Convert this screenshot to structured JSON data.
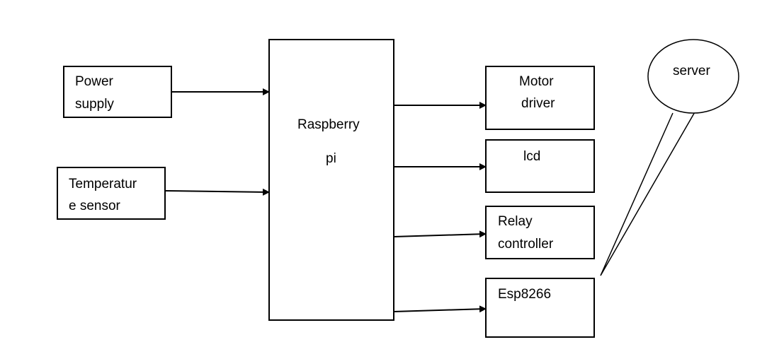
{
  "diagram": {
    "power_supply": {
      "line1": "Power",
      "line2": "supply"
    },
    "temperature_sensor": {
      "line1": "Temperatur",
      "line2": "e sensor"
    },
    "raspberry_pi": {
      "line1": "Raspberry",
      "line2": "pi"
    },
    "motor_driver": {
      "line1": "Motor",
      "line2": "driver"
    },
    "lcd": {
      "line1": "lcd"
    },
    "relay_controller": {
      "line1": "Relay",
      "line2": "controller"
    },
    "esp8266": {
      "line1": "Esp8266"
    },
    "server": {
      "line1": "server"
    }
  },
  "colors": {
    "stroke": "#000000",
    "background": "#ffffff"
  }
}
